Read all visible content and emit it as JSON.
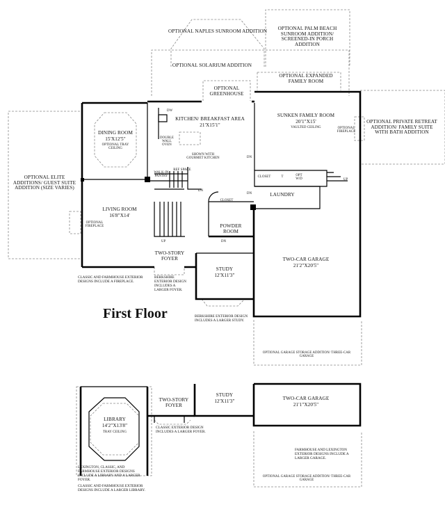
{
  "title": "First Floor",
  "rooms": {
    "dining": {
      "name": "DINING ROOM",
      "dim": "15'X12'5\"",
      "note": "OPTIONAL TRAY CEILING"
    },
    "kitchen": {
      "name": "KITCHEN/ BREAKFAST AREA",
      "dim": "21'X15'1\"",
      "note": "SHOWN WITH GOURMET KITCHEN"
    },
    "double_oven": "DOUBLE WALL OVEN",
    "dw": "DW",
    "ref_space": "REF SPACE",
    "walkin": "WALK-IN PANTRY",
    "family": {
      "name": "SUNKEN FAMILY ROOM",
      "dim": "20'1\"X15'",
      "note": "VAULTED CEILING"
    },
    "opt_fireplace_family": "OPTIONAL FIREPLACE",
    "living": {
      "name": "LIVING ROOM",
      "dim": "16'8\"X14'"
    },
    "opt_fireplace_living": "OPTIONAL FIREPLACE",
    "powder": "POWDER ROOM",
    "closet1": "CLOSET",
    "closet2": "CLOSET",
    "laundry": "LAUNDRY",
    "opt_wd": "OPT W/D",
    "t": "T",
    "foyer": "TWO-STORY FOYER",
    "study": {
      "name": "STUDY",
      "dim": "12'X11'3\""
    },
    "garage": {
      "name": "TWO-CAR GARAGE",
      "dim": "21'2\"X20'5\""
    },
    "dn1": "DN",
    "dn2": "DN",
    "dn3": "DN",
    "dn4": "DN",
    "up1": "UP",
    "up2": "UP"
  },
  "options": {
    "naples": "OPTIONAL NAPLES SUNROOM ADDITION",
    "palm_beach": "OPTIONAL PALM BEACH SUNROOM ADDITION/ SCREENED-IN PORCH ADDITION",
    "solarium": "OPTIONAL SOLARIUM ADDITION",
    "expanded_family": "OPTIONAL EXPANDED FAMILY ROOM",
    "greenhouse": "OPTIONAL GREENHOUSE",
    "private_retreat": "OPTIONAL PRIVATE RETREAT ADDITION/ FAMILY SUITE WITH BATH ADDITION",
    "elite": "OPTIONAL ELITE ADDITIONS/ GUEST SUITE ADDITION (SIZE VARIES)",
    "garage_storage": "OPTIONAL GARAGE STORAGE ADDITION/ THREE-CAR GARAGE"
  },
  "notes": {
    "classic_fireplace": "CLASSIC AND FARMHOUSE EXTERIOR DESIGNS INCLUDE A FIREPLACE.",
    "berkshire_foyer": "BERKSHIRE EXTERIOR DESIGN INCLUDES A LARGER FOYER.",
    "berkshire_study": "BERKSHIRE EXTERIOR DESIGN INCLUDES A LARGER STUDY."
  },
  "alt": {
    "library": {
      "name": "LIBRARY",
      "dim": "14'2\"X13'8\"",
      "note": "TRAY CEILING"
    },
    "foyer": "TWO-STORY FOYER",
    "study": {
      "name": "STUDY",
      "dim": "12'X11'3\""
    },
    "garage": {
      "name": "TWO-CAR GARAGE",
      "dim": "21'1\"X20'5\""
    },
    "note_classic_foyer": "CLASSIC EXTERIOR DESIGN INCLUDES A LARGER FOYER.",
    "note_library": "LEXINGTON, CLASSIC, AND FARMHOUSE EXTERIOR DESIGNS INCLUDE A LIBRARY AND A LARGER FOYER.",
    "note_larger_library": "CLASSIC AND FARMHOUSE EXTERIOR DESIGNS INCLUDE A LARGER LIBRARY.",
    "note_larger_garage": "FARMHOUSE AND LEXINGTON EXTERIOR DESIGNS INCLUDE A LARGER GARAGE.",
    "garage_storage": "OPTIONAL GARAGE STORAGE ADDITION/ THREE-CAR GARAGE"
  }
}
